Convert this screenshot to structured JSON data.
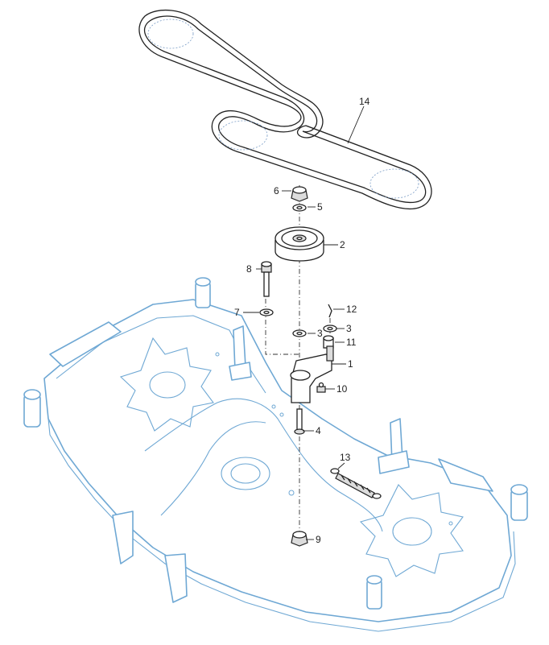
{
  "callouts": {
    "c1": "1",
    "c2": "2",
    "c3a": "3",
    "c3b": "3",
    "c4": "4",
    "c5": "5",
    "c6": "6",
    "c7": "7",
    "c8": "8",
    "c9": "9",
    "c10": "10",
    "c11": "11",
    "c12": "12",
    "c13": "13",
    "c14": "14"
  },
  "colors": {
    "deck_outline": "#6fa8d4",
    "part_outline": "#222222"
  }
}
